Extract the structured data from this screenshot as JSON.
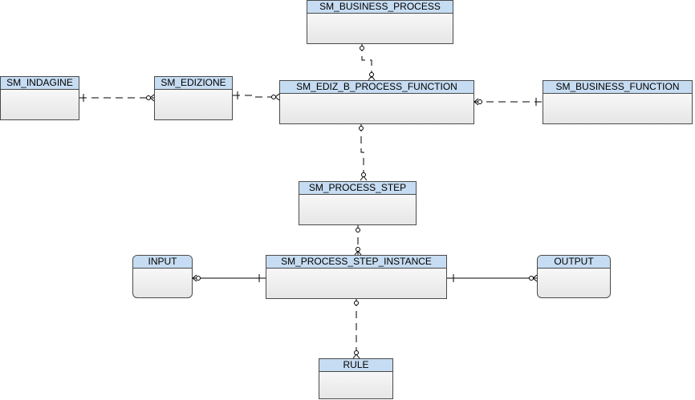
{
  "diagram": {
    "type": "entity-relationship",
    "entities": {
      "sm_business_process": "SM_BUSINESS_PROCESS",
      "sm_indagine": "SM_INDAGINE",
      "sm_edizione": "SM_EDIZIONE",
      "sm_ediz_b_process_function": "SM_EDIZ_B_PROCESS_FUNCTION",
      "sm_business_function": "SM_BUSINESS_FUNCTION",
      "sm_process_step": "SM_PROCESS_STEP",
      "input": "INPUT",
      "sm_process_step_instance": "SM_PROCESS_STEP_INSTANCE",
      "output": "OUTPUT",
      "rule": "RULE"
    },
    "relationships": [
      {
        "from": "SM_BUSINESS_PROCESS",
        "to": "SM_EDIZ_B_PROCESS_FUNCTION",
        "line": "dashed",
        "from_end": "zero-or-one",
        "to_end": "zero-or-many"
      },
      {
        "from": "SM_INDAGINE",
        "to": "SM_EDIZIONE",
        "line": "dashed",
        "from_end": "one",
        "to_end": "zero-or-many"
      },
      {
        "from": "SM_EDIZIONE",
        "to": "SM_EDIZ_B_PROCESS_FUNCTION",
        "line": "dashed",
        "from_end": "one",
        "to_end": "zero-or-many"
      },
      {
        "from": "SM_BUSINESS_FUNCTION",
        "to": "SM_EDIZ_B_PROCESS_FUNCTION",
        "line": "dashed",
        "from_end": "one",
        "to_end": "zero-or-many"
      },
      {
        "from": "SM_EDIZ_B_PROCESS_FUNCTION",
        "to": "SM_PROCESS_STEP",
        "line": "dashed",
        "from_end": "zero-or-one",
        "to_end": "zero-or-many"
      },
      {
        "from": "SM_PROCESS_STEP",
        "to": "SM_PROCESS_STEP_INSTANCE",
        "line": "dashed",
        "from_end": "zero-or-one",
        "to_end": "zero-or-many"
      },
      {
        "from": "SM_PROCESS_STEP_INSTANCE",
        "to": "INPUT",
        "line": "solid",
        "from_end": "one",
        "to_end": "zero-or-many"
      },
      {
        "from": "SM_PROCESS_STEP_INSTANCE",
        "to": "OUTPUT",
        "line": "solid",
        "from_end": "one",
        "to_end": "zero-or-many"
      },
      {
        "from": "SM_PROCESS_STEP_INSTANCE",
        "to": "RULE",
        "line": "dashed",
        "from_end": "zero-or-one",
        "to_end": "zero-or-many"
      }
    ]
  }
}
